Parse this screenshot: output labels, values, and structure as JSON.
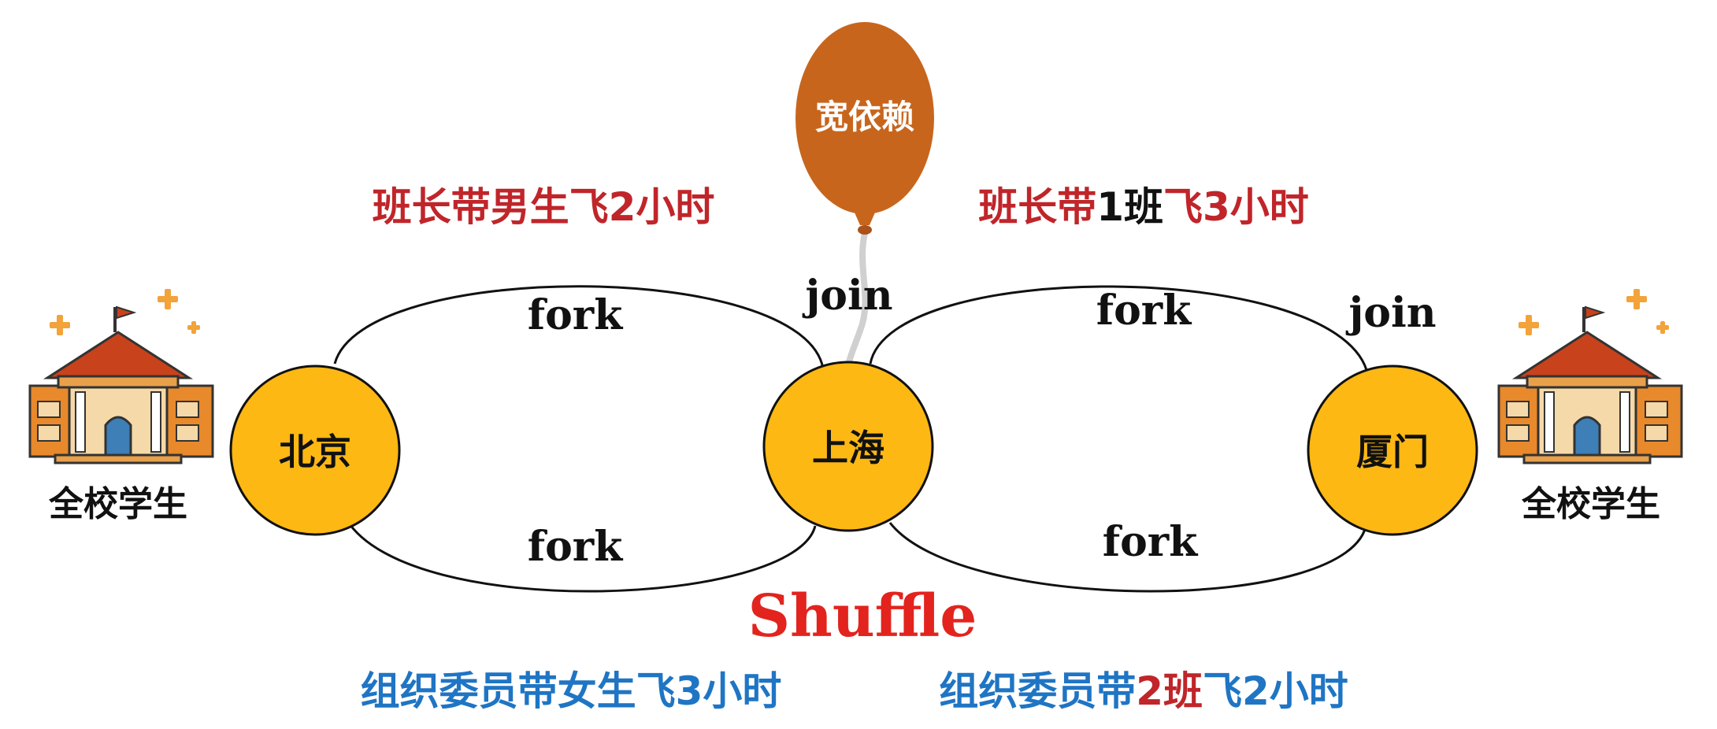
{
  "balloon": {
    "label": "宽依赖",
    "color": "#C8651C"
  },
  "nodes": {
    "beijing": "北京",
    "shanghai": "上海",
    "xiamen": "厦门",
    "fill": "#FDB813",
    "stroke": "#111111"
  },
  "schools": {
    "left_label": "全校学生",
    "right_label": "全校学生"
  },
  "arcs": {
    "left_top": "fork",
    "left_bottom": "fork",
    "right_top": "fork",
    "right_bottom": "fork",
    "join_center": "join",
    "join_right": "join"
  },
  "notes": {
    "top_left": "班长带男生飞2小时",
    "top_right": {
      "part1": "班长带",
      "part2": "1班",
      "part3": "飞3小时"
    },
    "bottom_left": "组织委员带女生飞3小时",
    "bottom_right": {
      "part1": "组织委员带",
      "part2": "2班",
      "part3": "飞2小时"
    },
    "center": "Shuffle"
  },
  "colors": {
    "red": "#C0252A",
    "black": "#111111",
    "blue": "#1F75C4",
    "shuffle_red": "#E3231E",
    "building_orange": "#E8892B",
    "building_roof": "#C8421C",
    "sparkle": "#F2A33A"
  }
}
